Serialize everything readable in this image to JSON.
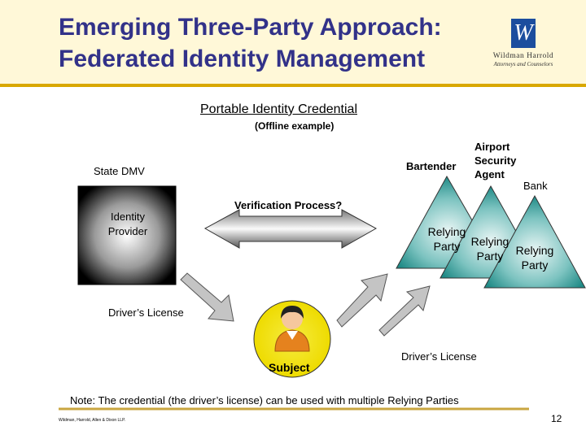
{
  "header": {
    "title_line1": "Emerging Three-Party Approach:",
    "title_line2": "Federated Identity Management",
    "logo": {
      "mark": "W",
      "name": "Wildman Harrold",
      "subtitle": "Attorneys and Counselors"
    }
  },
  "diagram": {
    "heading": "Portable Identity Credential",
    "subheading": "(Offline example)",
    "state_dmv": "State DMV",
    "identity_provider": "Identity Provider",
    "verification": "Verification Process?",
    "subject": "Subject",
    "drivers_license_left": "Driver’s License",
    "drivers_license_right": "Driver’s License",
    "relying_parties": [
      {
        "name": "Bartender",
        "label": "Relying Party"
      },
      {
        "name": "Airport Security Agent",
        "label": "Relying Party"
      },
      {
        "name": "Bank",
        "label": "Relying Party"
      }
    ],
    "colors": {
      "triangle": "#2A9A96",
      "subject_circle": "#F2E300",
      "title": "#323289"
    }
  },
  "footer": {
    "note": "Note:  The credential (the driver’s license) can be used with multiple Relying Parties",
    "firm": "Wildman, Harrold, Allen & Dixon LLP.",
    "page": "12"
  }
}
